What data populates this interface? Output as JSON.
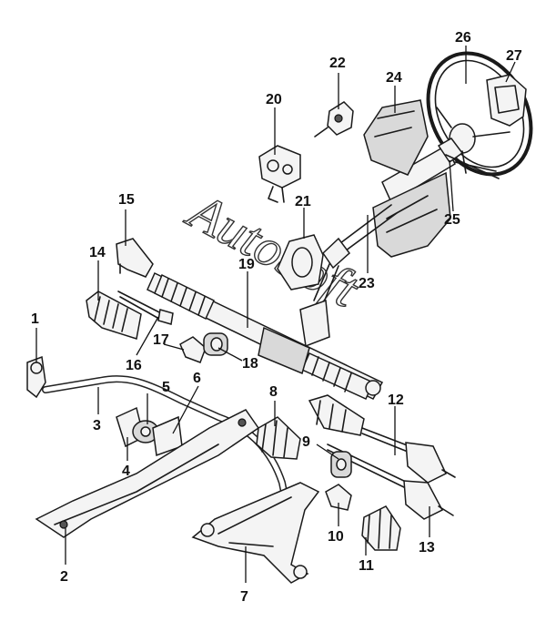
{
  "watermark": "AutoSoft",
  "parts": [
    {
      "id": "1",
      "label": "1"
    },
    {
      "id": "2",
      "label": "2"
    },
    {
      "id": "3",
      "label": "3"
    },
    {
      "id": "4",
      "label": "4"
    },
    {
      "id": "5",
      "label": "5"
    },
    {
      "id": "6",
      "label": "6"
    },
    {
      "id": "7",
      "label": "7"
    },
    {
      "id": "8",
      "label": "8"
    },
    {
      "id": "9",
      "label": "9"
    },
    {
      "id": "10",
      "label": "10"
    },
    {
      "id": "11",
      "label": "11"
    },
    {
      "id": "12",
      "label": "12"
    },
    {
      "id": "13",
      "label": "13"
    },
    {
      "id": "14",
      "label": "14"
    },
    {
      "id": "15",
      "label": "15"
    },
    {
      "id": "16",
      "label": "16"
    },
    {
      "id": "17",
      "label": "17"
    },
    {
      "id": "18",
      "label": "18"
    },
    {
      "id": "19",
      "label": "19"
    },
    {
      "id": "20",
      "label": "20"
    },
    {
      "id": "21",
      "label": "21"
    },
    {
      "id": "22",
      "label": "22"
    },
    {
      "id": "23",
      "label": "23"
    },
    {
      "id": "24",
      "label": "24"
    },
    {
      "id": "25",
      "label": "25"
    },
    {
      "id": "26",
      "label": "26"
    },
    {
      "id": "27",
      "label": "27"
    }
  ]
}
